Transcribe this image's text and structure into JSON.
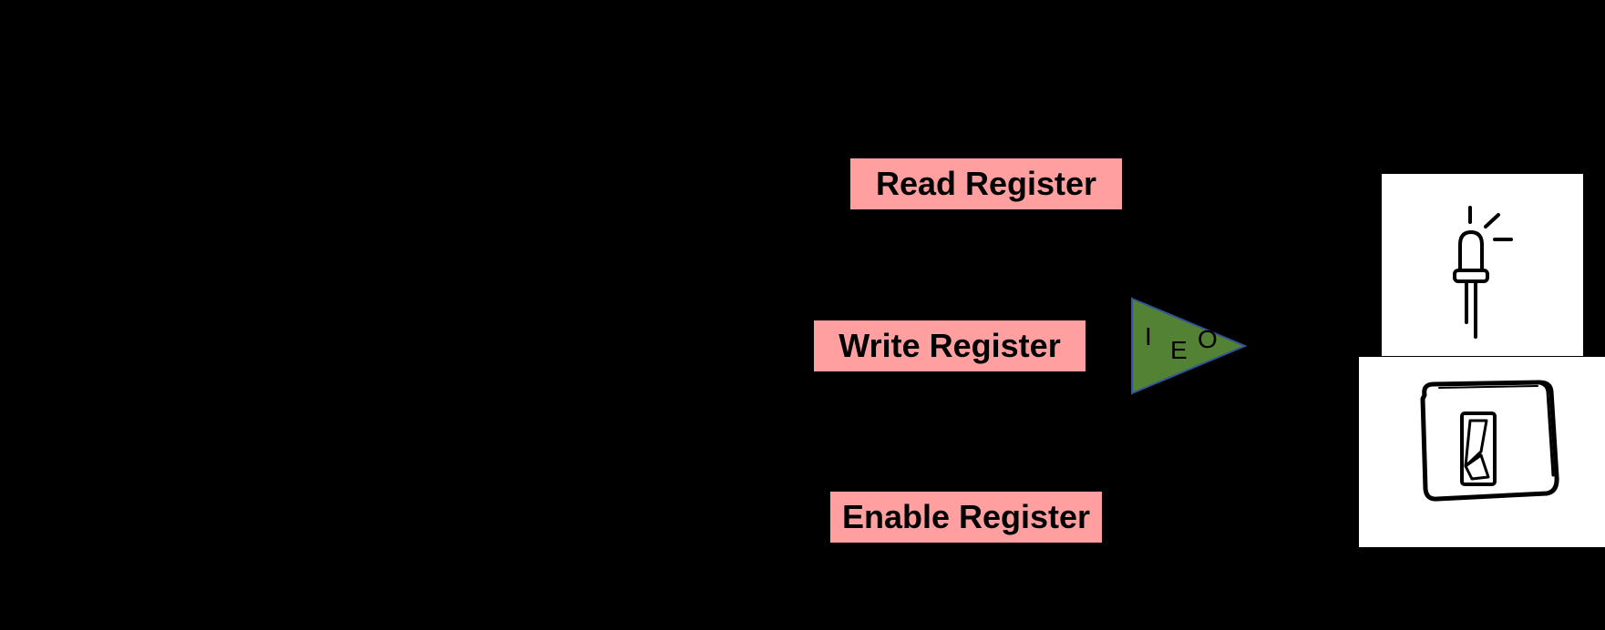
{
  "registers": {
    "read": "Read Register",
    "write": "Write Register",
    "enable": "Enable Register"
  },
  "buffer": {
    "input_label": "I",
    "enable_label": "E",
    "output_label": "O",
    "fill_color": "#548235",
    "stroke_color": "#2f5597"
  },
  "icons": {
    "led": "led-icon",
    "switch": "light-switch-icon",
    "arrow": "arrow-right-icon"
  },
  "colors": {
    "background": "#000000",
    "register_fill": "#ff9f9f"
  }
}
